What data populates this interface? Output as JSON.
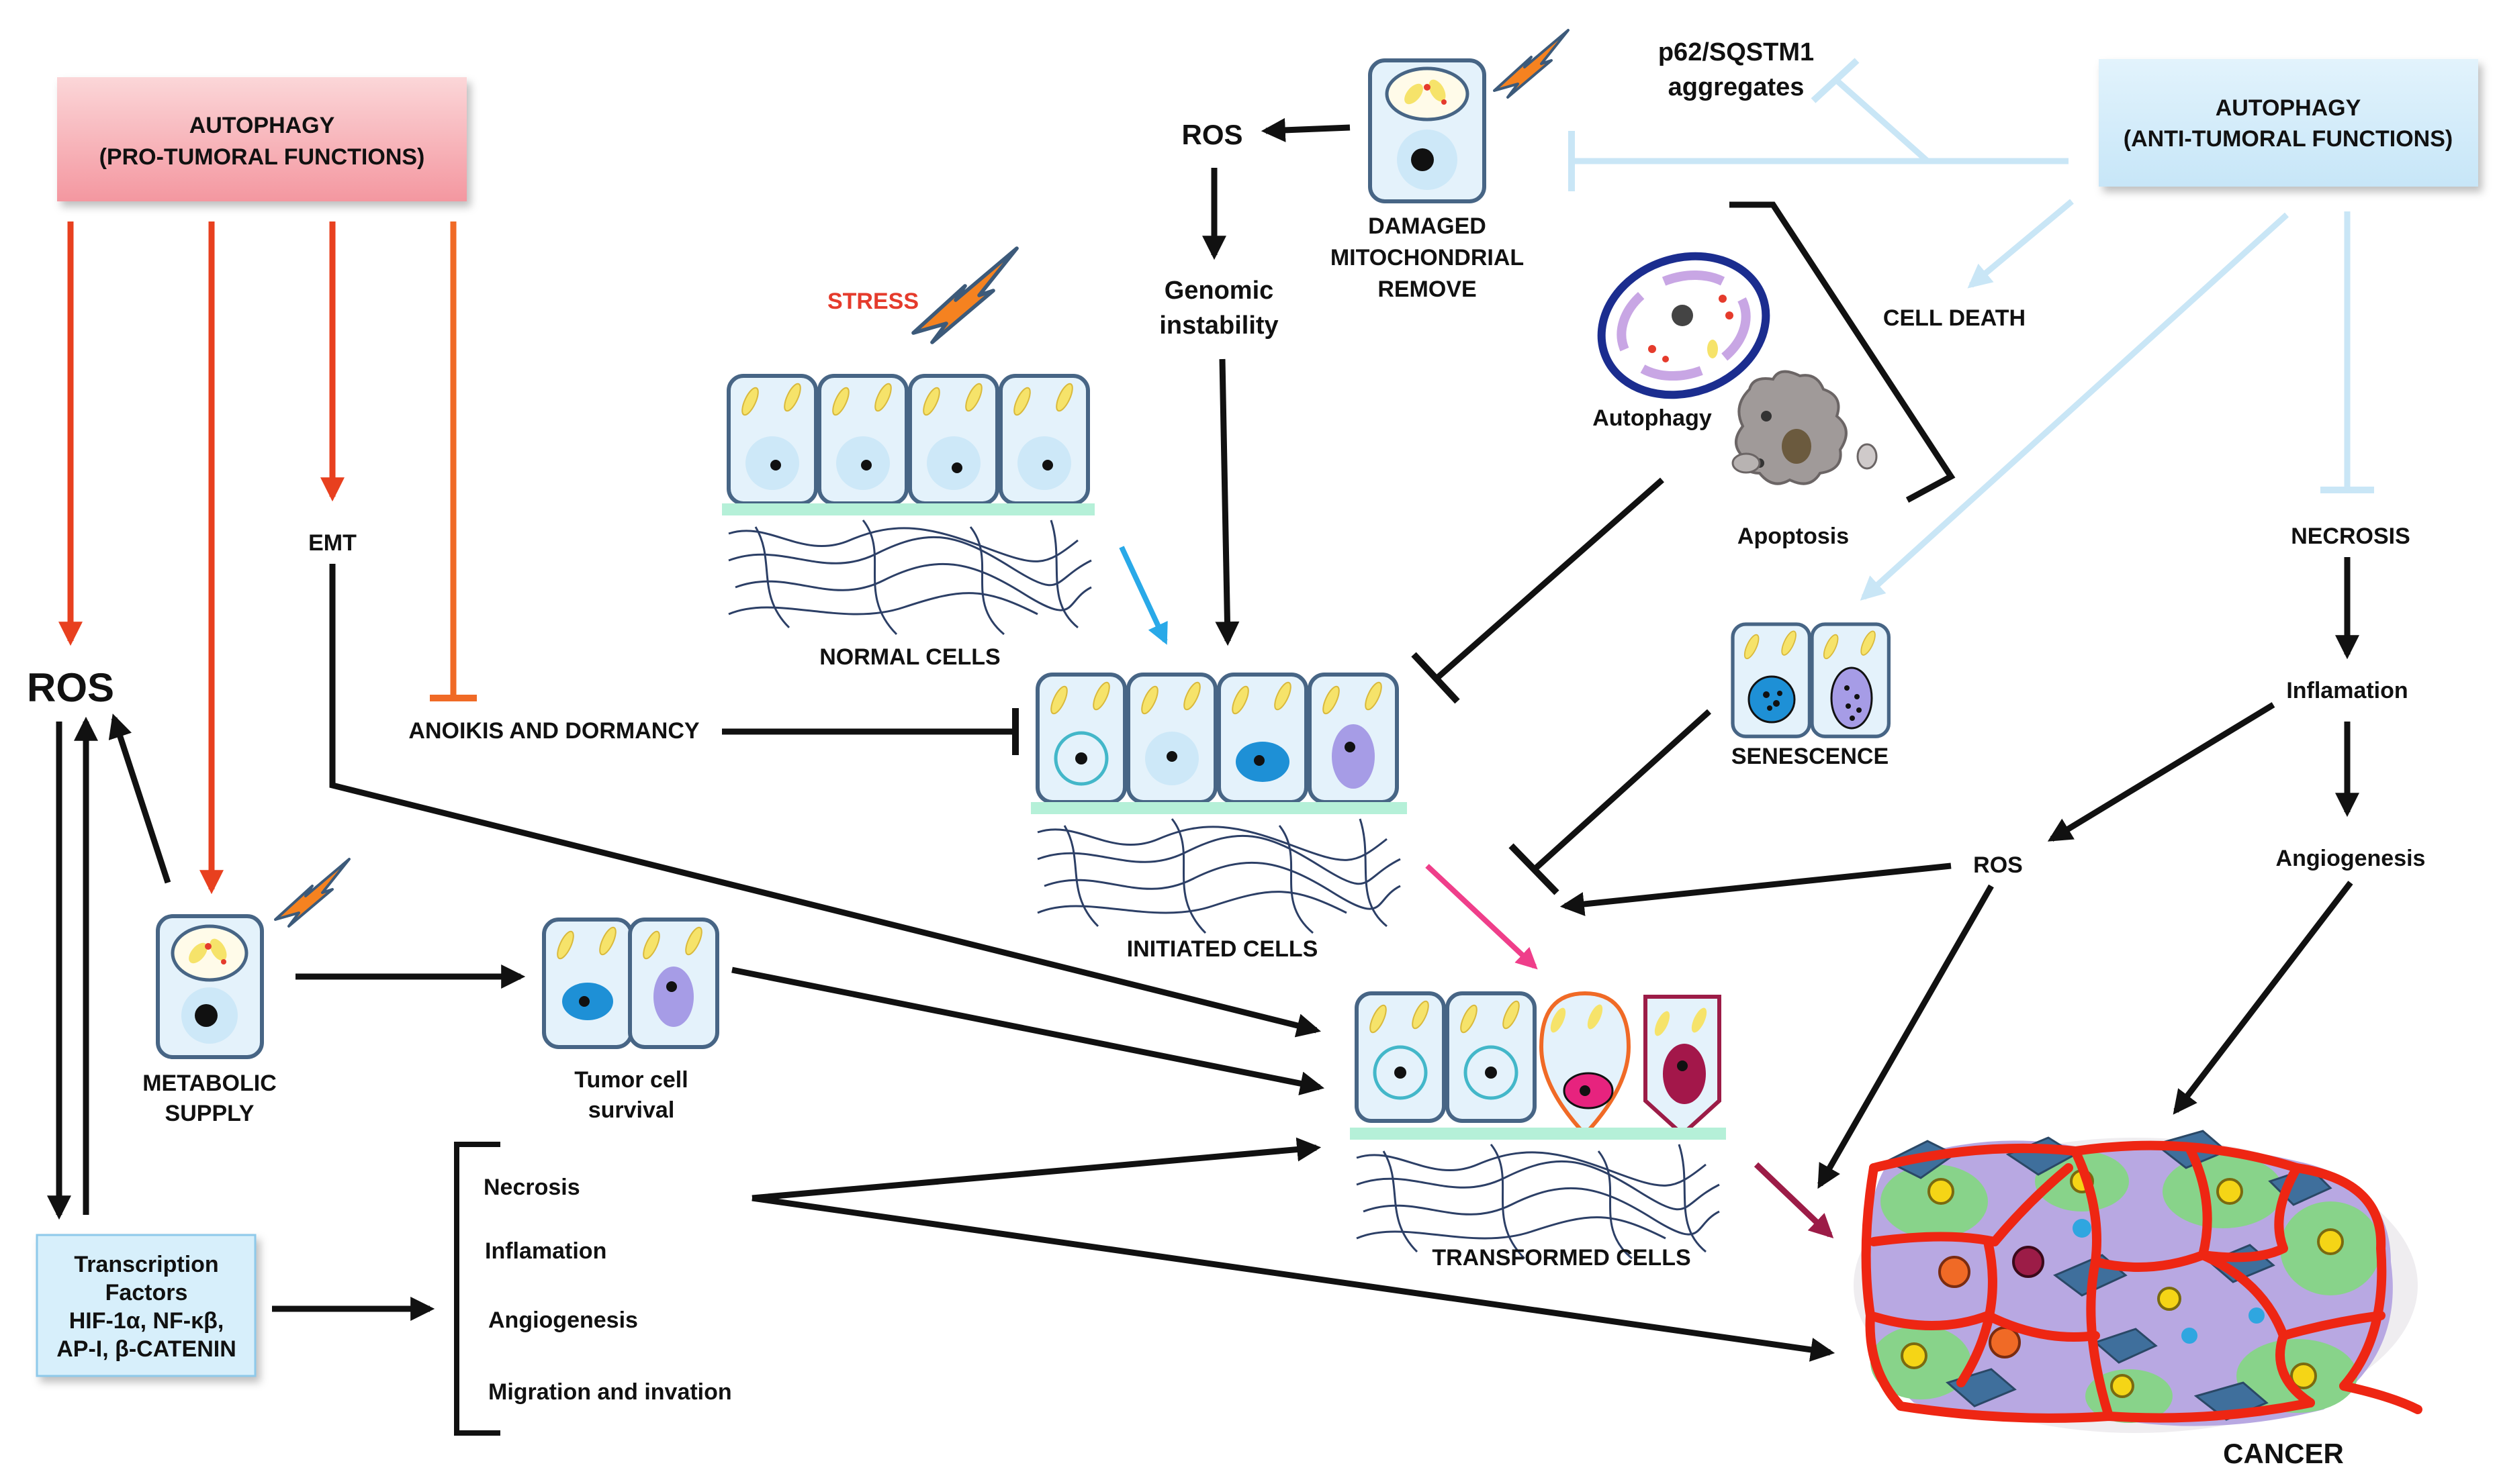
{
  "pro_tumoral": {
    "line1": "AUTOPHAGY",
    "line2": "(PRO-TUMORAL FUNCTIONS)"
  },
  "anti_tumoral": {
    "line1": "AUTOPHAGY",
    "line2": "(ANTI-TUMORAL FUNCTIONS)"
  },
  "left": {
    "ros": "ROS",
    "emt": "EMT",
    "anoikis": "ANOIKIS AND DORMANCY",
    "metabolic_1": "METABOLIC",
    "metabolic_2": "SUPPLY",
    "tumor_survival_1": "Tumor cell",
    "tumor_survival_2": "survival",
    "tf_1": "Transcription",
    "tf_2": "Factors",
    "tf_3": "HIF-1α, NF-κβ,",
    "tf_4": "AP-I, β-CATENIN",
    "outcomes": [
      "Necrosis",
      "Inflamation",
      "Angiogenesis",
      "Migration and invation"
    ]
  },
  "center": {
    "stress": "STRESS",
    "normal_cells": "NORMAL CELLS",
    "initiated_cells": "INITIATED CELLS",
    "transformed_cells": "TRANSFORMED CELLS",
    "ros": "ROS",
    "genomic_1": "Genomic",
    "genomic_2": "instability",
    "damaged_1": "DAMAGED",
    "damaged_2": "MITOCHONDRIAL",
    "damaged_3": "REMOVE",
    "p62_1": "p62/SQSTM1",
    "p62_2": "aggregates"
  },
  "right": {
    "autophagy": "Autophagy",
    "apoptosis": "Apoptosis",
    "cell_death": "CELL DEATH",
    "senescence": "SENESCENCE",
    "necrosis": "NECROSIS",
    "inflamation": "Inflamation",
    "ros": "ROS",
    "angiogenesis": "Angiogenesis",
    "cancer": "CANCER"
  },
  "colors": {
    "pro_box_top": "#f8c6c8",
    "pro_box_bottom": "#f59aa0",
    "anti_box": "#d3ecfa",
    "tf_box": "#d7effb",
    "red_arrow": "#e8401f",
    "orange_inhibit": "#f06a26",
    "light_blue": "#c9e6f6",
    "bright_blue": "#29a9e8",
    "pink": "#ef3e8a",
    "maroon": "#9c1c47",
    "basement": "#b5f0d8",
    "cell_outline": "#476585",
    "lightning": "#f58220"
  }
}
